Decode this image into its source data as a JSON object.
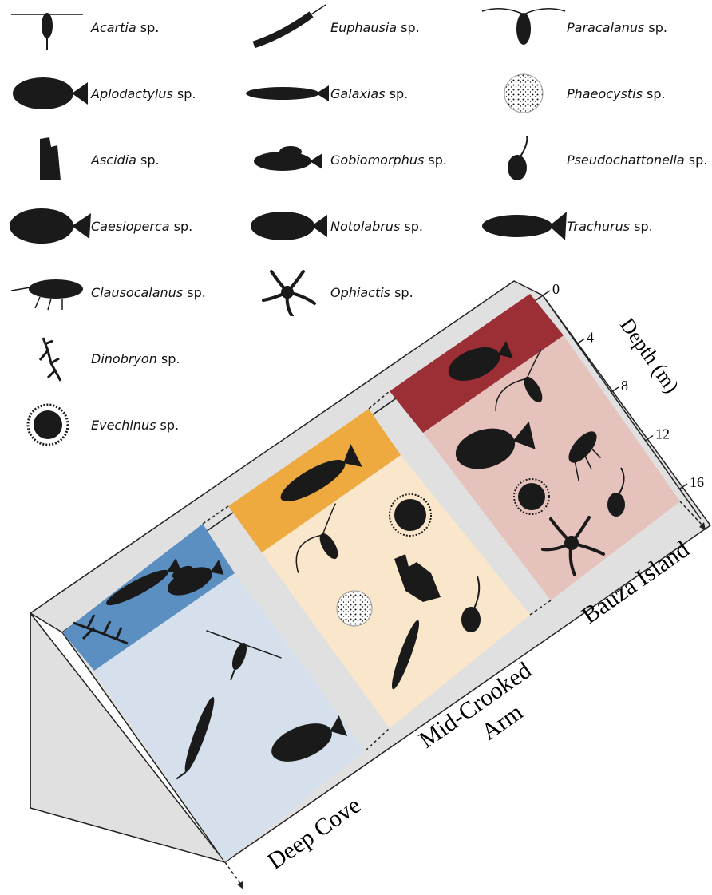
{
  "legend": [
    {
      "genus": "Acartia",
      "suffix": " sp.",
      "icon": "copepod-icon"
    },
    {
      "genus": "Aplodactylus",
      "suffix": " sp.",
      "icon": "perch-fish-icon"
    },
    {
      "genus": "Ascidia",
      "suffix": " sp.",
      "icon": "sea-squirt-icon"
    },
    {
      "genus": "Caesioperca",
      "suffix": " sp.",
      "icon": "deep-fish-icon"
    },
    {
      "genus": "Clausocalanus",
      "suffix": " sp.",
      "icon": "calanoid-copepod-icon"
    },
    {
      "genus": "Dinobryon",
      "suffix": " sp.",
      "icon": "branching-colony-icon"
    },
    {
      "genus": "Evechinus",
      "suffix": " sp.",
      "icon": "sea-urchin-icon"
    },
    {
      "genus": "Euphausia",
      "suffix": " sp.",
      "icon": "krill-icon"
    },
    {
      "genus": "Galaxias",
      "suffix": " sp.",
      "icon": "slender-fish-icon"
    },
    {
      "genus": "Gobiomorphus",
      "suffix": " sp.",
      "icon": "goby-icon"
    },
    {
      "genus": "Notolabrus",
      "suffix": " sp.",
      "icon": "wrasse-icon"
    },
    {
      "genus": "Ophiactis",
      "suffix": " sp.",
      "icon": "brittle-star-icon"
    },
    {
      "genus": "Paracalanus",
      "suffix": " sp.",
      "icon": "long-antenna-copepod-icon"
    },
    {
      "genus": "Phaeocystis",
      "suffix": " sp.",
      "icon": "colony-sphere-icon"
    },
    {
      "genus": "Pseudochattonella",
      "suffix": " sp.",
      "icon": "flagellate-icon"
    },
    {
      "genus": "Trachurus",
      "suffix": " sp.",
      "icon": "mackerel-icon"
    }
  ],
  "depth_axis": {
    "title": "Depth (m)",
    "ticks": [
      "0",
      "4",
      "8",
      "12",
      "16"
    ]
  },
  "sites": [
    {
      "name": "Deep Cove",
      "surface_color": "#5b8fc2",
      "deep_color": "#d6e0ec"
    },
    {
      "name": "Mid-Crooked",
      "name_line2": "Arm",
      "surface_color": "#eeaa3e",
      "deep_color": "#fae6cb"
    },
    {
      "name": "Bauza Island",
      "surface_color": "#9c2e35",
      "deep_color": "#e6c2bc"
    }
  ],
  "colors": {
    "prism_side": "#e0e0e0",
    "prism_edge": "#222222",
    "silhouette": "#1a1a1a"
  }
}
